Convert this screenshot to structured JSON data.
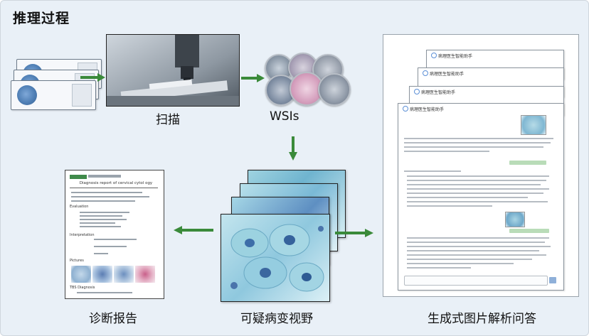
{
  "title": "推理过程",
  "captions": {
    "scan": "扫描",
    "wsis": "WSIs",
    "report": "诊断报告",
    "suspicious": "可疑病变视野",
    "generative": "生成式图片解析问答"
  },
  "report": {
    "heading": "Diagnosis report of cervical cytol ogy",
    "sections": [
      "Evaluation",
      "Interpretation",
      "Pictures",
      "TBS Diagnosis"
    ]
  },
  "chat": {
    "window_title": "病理医生智能助手"
  },
  "colors": {
    "arrow": "#3a8a3a",
    "background": "#e9f0f7"
  }
}
